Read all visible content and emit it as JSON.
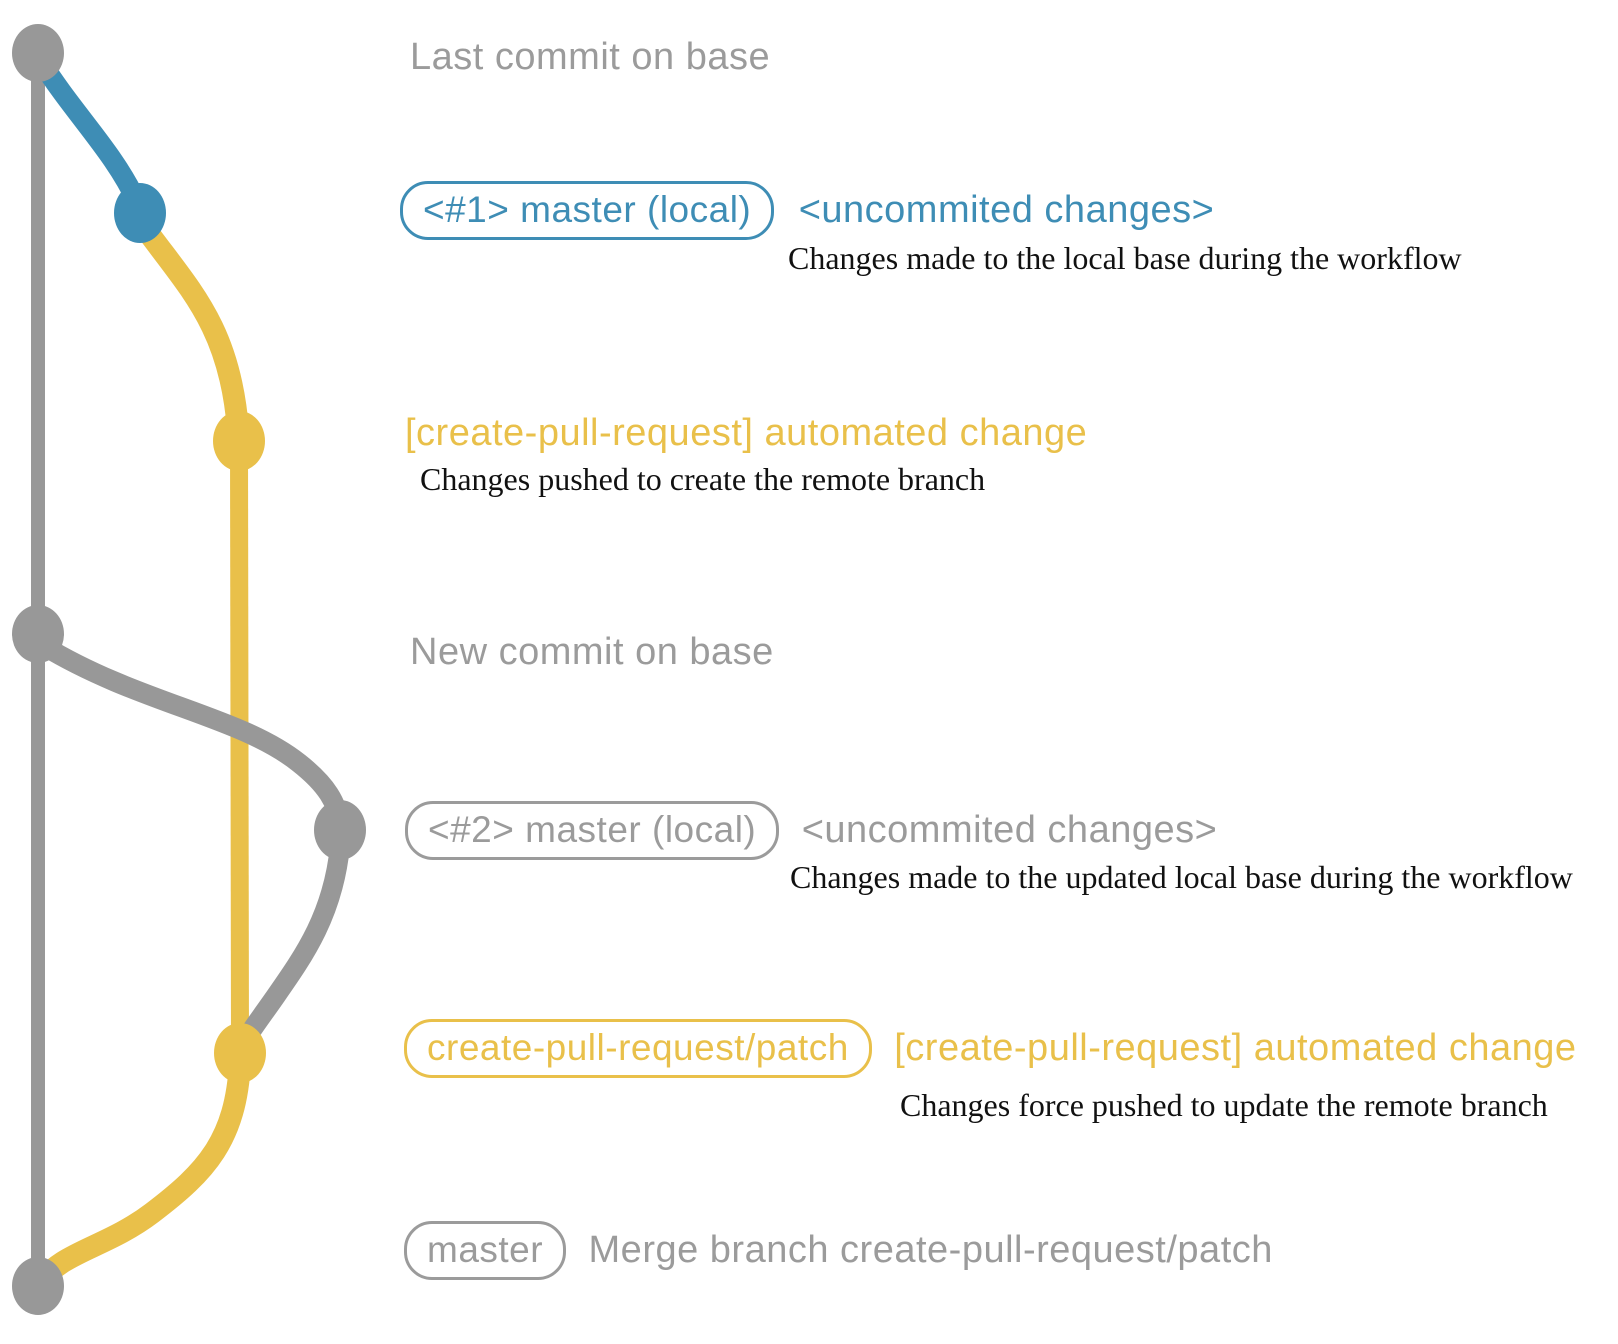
{
  "colors": {
    "gray": "#989898",
    "text_gray": "#9b9b9b",
    "blue": "#3e8db5",
    "yellow": "#e9c04a",
    "note_black": "#111111"
  },
  "rows": {
    "last_commit": {
      "label": "Last commit on base"
    },
    "local1": {
      "badge": "<#1> master (local)",
      "side": "<uncommited changes>",
      "desc": "Changes made to the local base during the workflow"
    },
    "push1": {
      "heading": "[create-pull-request] automated change",
      "desc": "Changes pushed to create the remote branch"
    },
    "new_commit": {
      "label": "New commit on base"
    },
    "local2": {
      "badge": "<#2> master (local)",
      "side": "<uncommited changes>",
      "desc": "Changes made to the updated local base during the workflow"
    },
    "push2": {
      "badge": "create-pull-request/patch",
      "heading": "[create-pull-request] automated change",
      "desc": "Changes force pushed to update the remote branch"
    },
    "merge": {
      "badge": "master",
      "label": "Merge branch create-pull-request/patch"
    }
  }
}
